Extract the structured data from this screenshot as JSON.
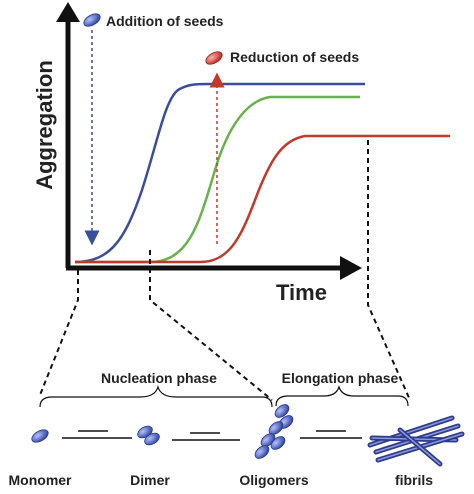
{
  "axes": {
    "y_label": "Aggregation",
    "x_label": "Time"
  },
  "annotations": {
    "addition": "Addition of seeds",
    "reduction": "Reduction of seeds"
  },
  "phases": {
    "nucleation": "Nucleation phase",
    "elongation": "Elongation phase"
  },
  "species": {
    "monomer": "Monomer",
    "dimer": "Dimer",
    "oligomers": "Oligomers",
    "fibrils": "fibrils"
  },
  "curves": [
    {
      "key": "seeded",
      "color": "#3a4d9c"
    },
    {
      "key": "unseeded",
      "color": "#6ab04c"
    },
    {
      "key": "reduced",
      "color": "#c0392b"
    }
  ],
  "colors": {
    "axis": "#111111",
    "seed_blue": "#5b6fc9",
    "seed_red": "#d9534f",
    "dashed_blue": "#3a4d9c",
    "dashed_red": "#c0392b"
  }
}
